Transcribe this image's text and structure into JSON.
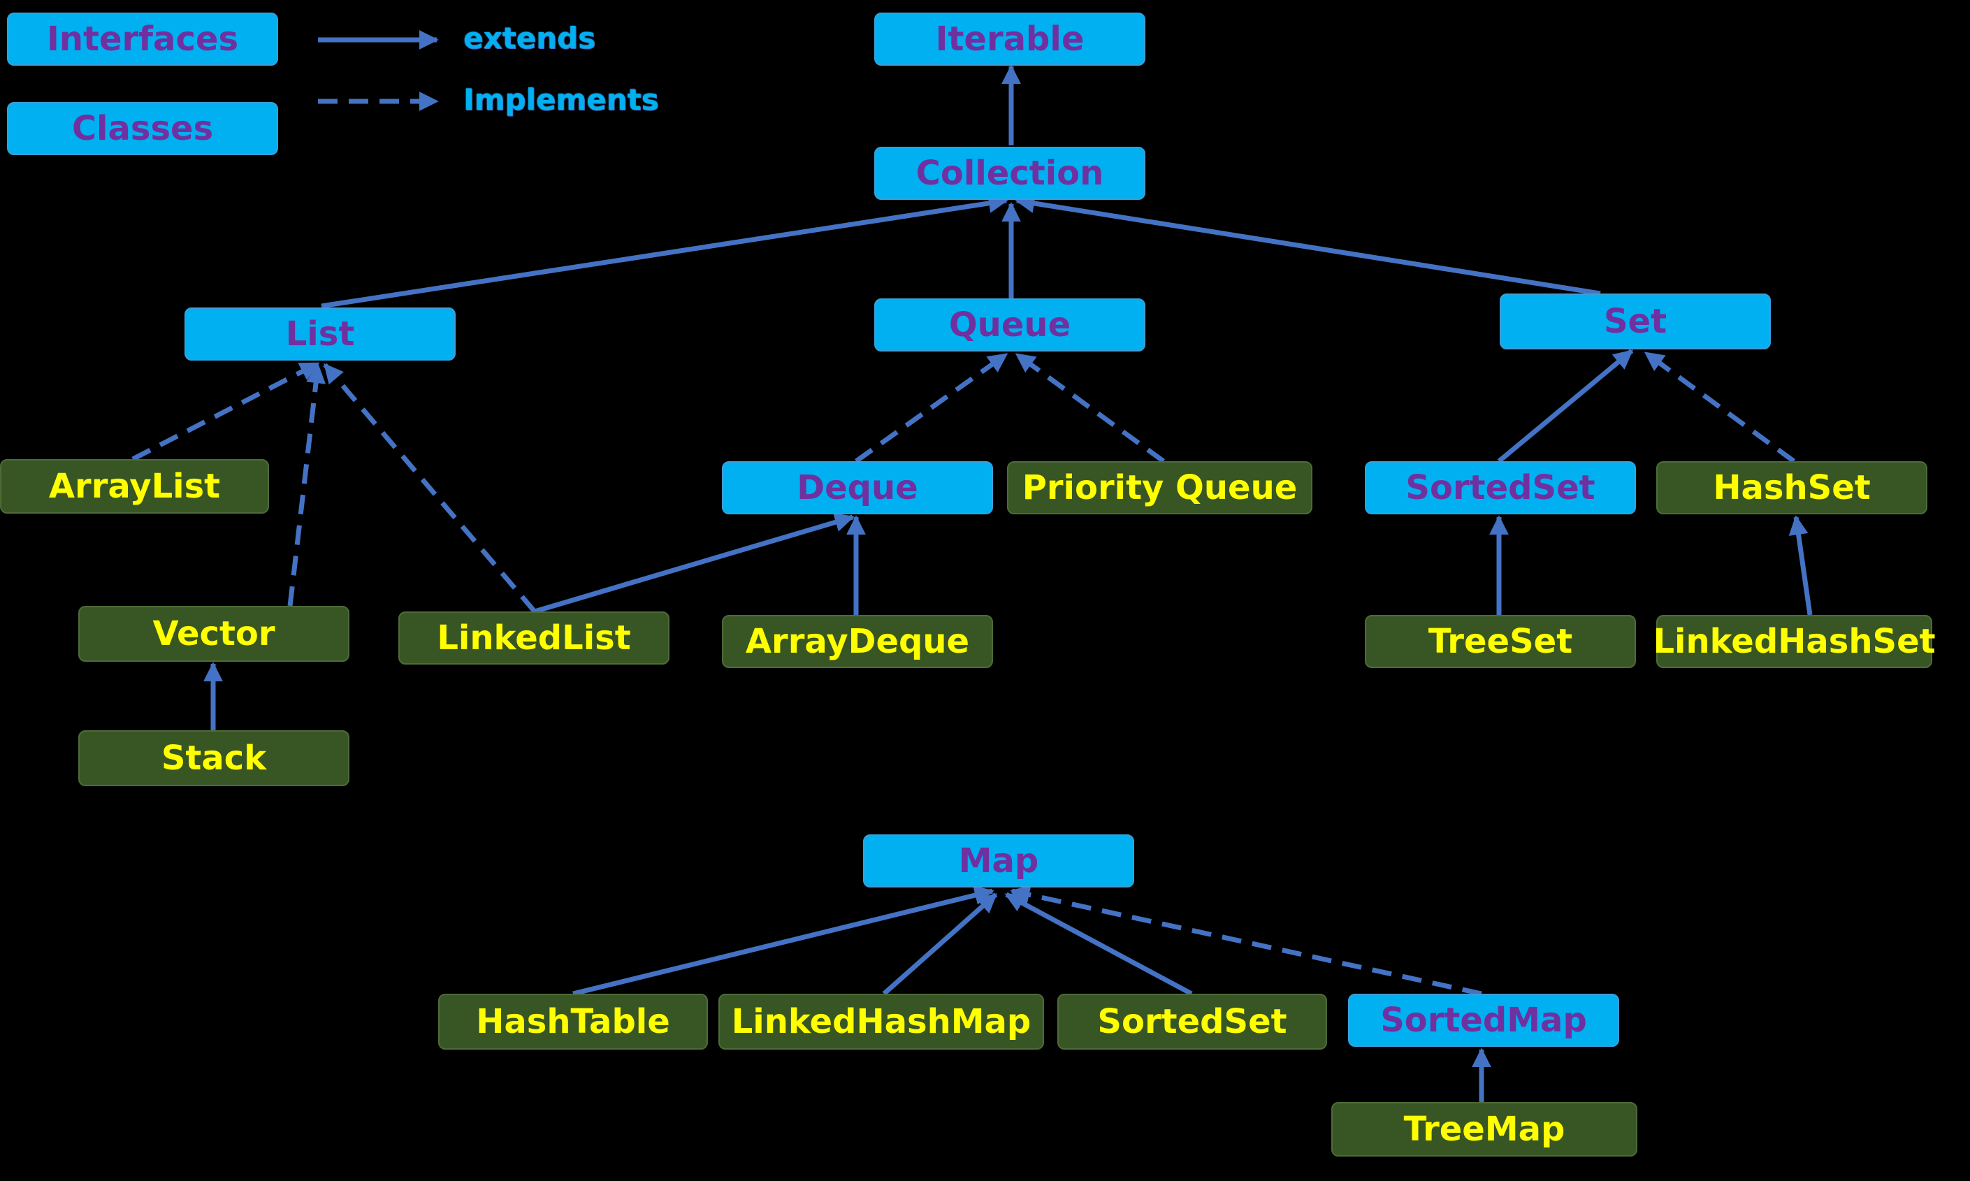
{
  "legend": {
    "interfaces_label": "Interfaces",
    "classes_label": "Classes",
    "extends_label": "extends",
    "implements_label": "Implements"
  },
  "nodes": {
    "iterable": "Iterable",
    "collection": "Collection",
    "list": "List",
    "queue": "Queue",
    "set": "Set",
    "arraylist": "ArrayList",
    "vector": "Vector",
    "stack": "Stack",
    "linkedlist": "LinkedList",
    "deque": "Deque",
    "arraydeque": "ArrayDeque",
    "priorityqueue": "Priority Queue",
    "sortedset": "SortedSet",
    "hashset": "HashSet",
    "treeset": "TreeSet",
    "linkedhashset": "LinkedHashSet",
    "map": "Map",
    "hashtable": "HashTable",
    "linkedhashmap": "LinkedHashMap",
    "sortedset_map": "SortedSet",
    "sortedmap": "SortedMap",
    "treemap": "TreeMap"
  },
  "colors": {
    "interface_fill": "#00b0f0",
    "interface_text": "#7030a0",
    "class_fill": "#375623",
    "class_text": "#ffff00",
    "arrow": "#4472c4",
    "background": "#000000"
  }
}
